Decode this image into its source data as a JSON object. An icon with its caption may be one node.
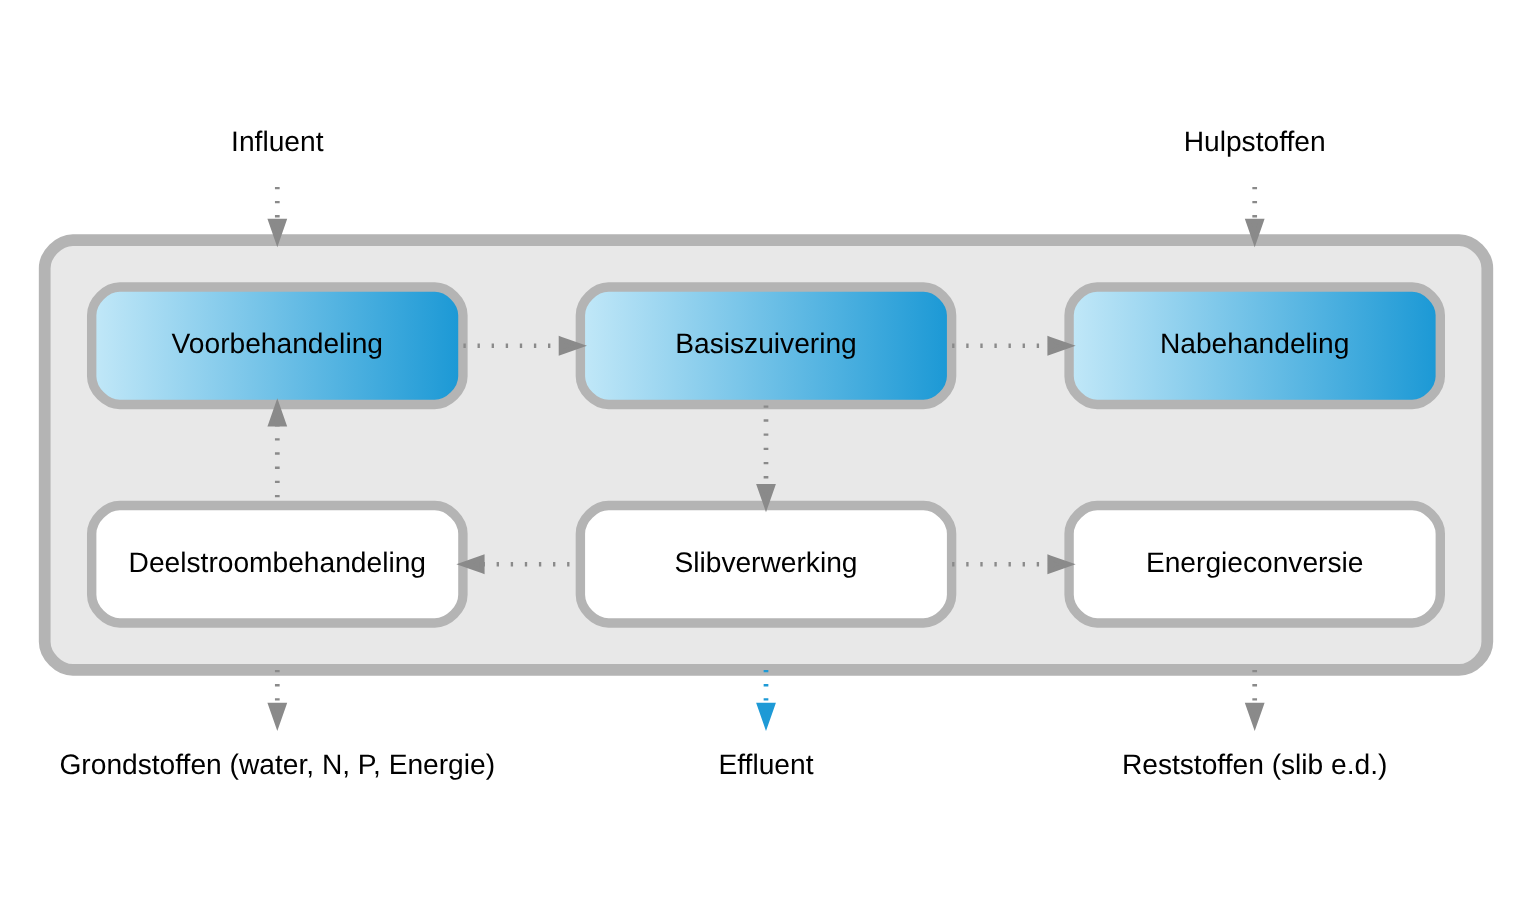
{
  "diagram": {
    "nodes": [
      {
        "text": [
          "Influent"
        ]
      },
      {
        "text": [
          "Hulpstoffen"
        ]
      },
      {
        "text": [],
        "shape": "box"
      },
      {
        "text": [
          "Voorbehandeling"
        ],
        "in": 2
      },
      {
        "text": [
          "Basiszuivering"
        ],
        "in": 2
      },
      {
        "text": [
          "Nabehandeling"
        ],
        "in": 2
      },
      {
        "text": [
          "Deelstroombehandeling"
        ],
        "in": 2
      },
      {
        "text": [
          "Slibverwerking"
        ],
        "in": 2
      },
      {
        "text": [
          "Energieconversie"
        ],
        "in": 2
      },
      {
        "text": [
          "Grondstoffen (water, N, P, Energie)"
        ]
      },
      {
        "text": [
          "Effluent"
        ]
      },
      {
        "text": [
          "Reststoffen (slib e.d.)"
        ]
      }
    ],
    "edges": [
      {
        "from": 0,
        "to": 2,
        "arrow": "to",
        "style": "dashed"
      },
      {
        "from": 1,
        "to": 2,
        "arrow": "to",
        "style": "dashed"
      },
      {
        "from": 3,
        "to": 4,
        "arrow": "to",
        "style": "dashed"
      },
      {
        "from": 4,
        "to": 5,
        "arrow": "to",
        "style": "dashed"
      },
      {
        "from": 4,
        "to": 7,
        "arrow": "to",
        "style": "dashed"
      },
      {
        "from": 7,
        "to": 6,
        "arrow": "to",
        "style": "dashed"
      },
      {
        "from": 6,
        "to": 3,
        "arrow": "to",
        "style": "dashed"
      },
      {
        "from": 7,
        "to": 8,
        "arrow": "to",
        "style": "dashed"
      },
      {
        "from": 2,
        "to": 9,
        "arrow": "to",
        "style": "dashed"
      },
      {
        "from": 2,
        "to": 10,
        "arrow": "to",
        "style": "dashed",
        "color": "#1e9ad6"
      },
      {
        "from": 2,
        "to": 11,
        "arrow": "to",
        "style": "dashed"
      }
    ]
  }
}
